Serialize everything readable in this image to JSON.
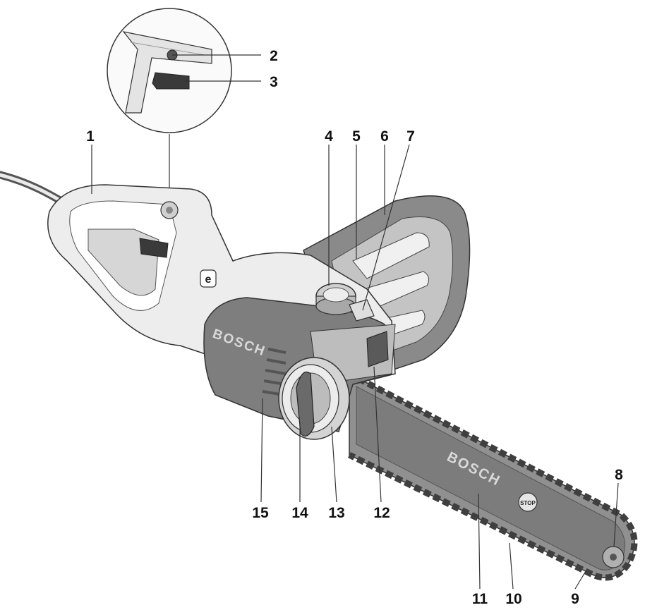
{
  "callouts": [
    "1",
    "2",
    "3",
    "4",
    "5",
    "6",
    "7",
    "8",
    "9",
    "10",
    "11",
    "12",
    "13",
    "14",
    "15"
  ],
  "brand": {
    "housing": "BOSCH",
    "bar": "BOSCH"
  },
  "bar_badge": "STOP",
  "colors": {
    "housing": "#ededed",
    "cover": "#7e7e7e",
    "guard": "#8c8c8c",
    "chain": "#444444",
    "outline": "#333333",
    "background": "#ffffff"
  }
}
